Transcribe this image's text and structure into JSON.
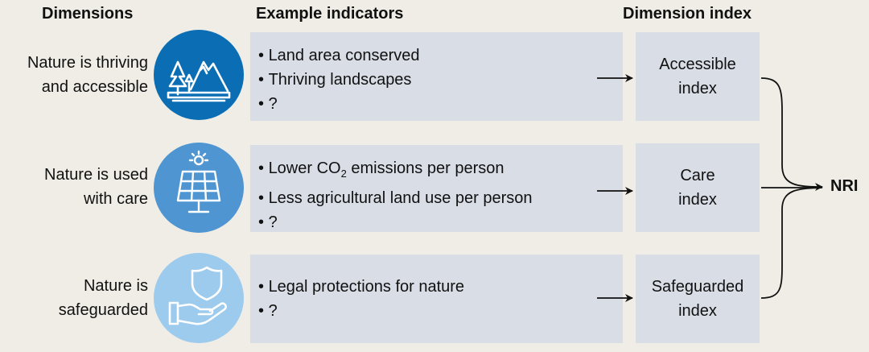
{
  "headers": {
    "dimensions": "Dimensions",
    "indicators": "Example indicators",
    "index": "Dimension index"
  },
  "rows": [
    {
      "dimension_lines": [
        "Nature is thriving",
        "and accessible"
      ],
      "icon": "mountains-trees-icon",
      "icon_color": "#0b6eb4",
      "indicators": [
        "Land area conserved",
        "Thriving landscapes",
        "?"
      ],
      "index_lines": [
        "Accessible",
        "index"
      ]
    },
    {
      "dimension_lines": [
        "Nature is used",
        "with care"
      ],
      "icon": "solar-panel-sun-icon",
      "icon_color": "#4e95d2",
      "indicators": [
        "emissions per person",
        "Less agricultural land use per person",
        "?"
      ],
      "co2": {
        "prefix": "Lower CO",
        "sub": "2"
      },
      "index_lines": [
        "Care",
        "index"
      ]
    },
    {
      "dimension_lines": [
        "Nature is",
        "safeguarded"
      ],
      "icon": "shield-hand-icon",
      "icon_color": "#9ccbed",
      "indicators": [
        "Legal protections for nature",
        "?"
      ],
      "index_lines": [
        "Safeguarded",
        "index"
      ]
    }
  ],
  "output_label": "NRI"
}
